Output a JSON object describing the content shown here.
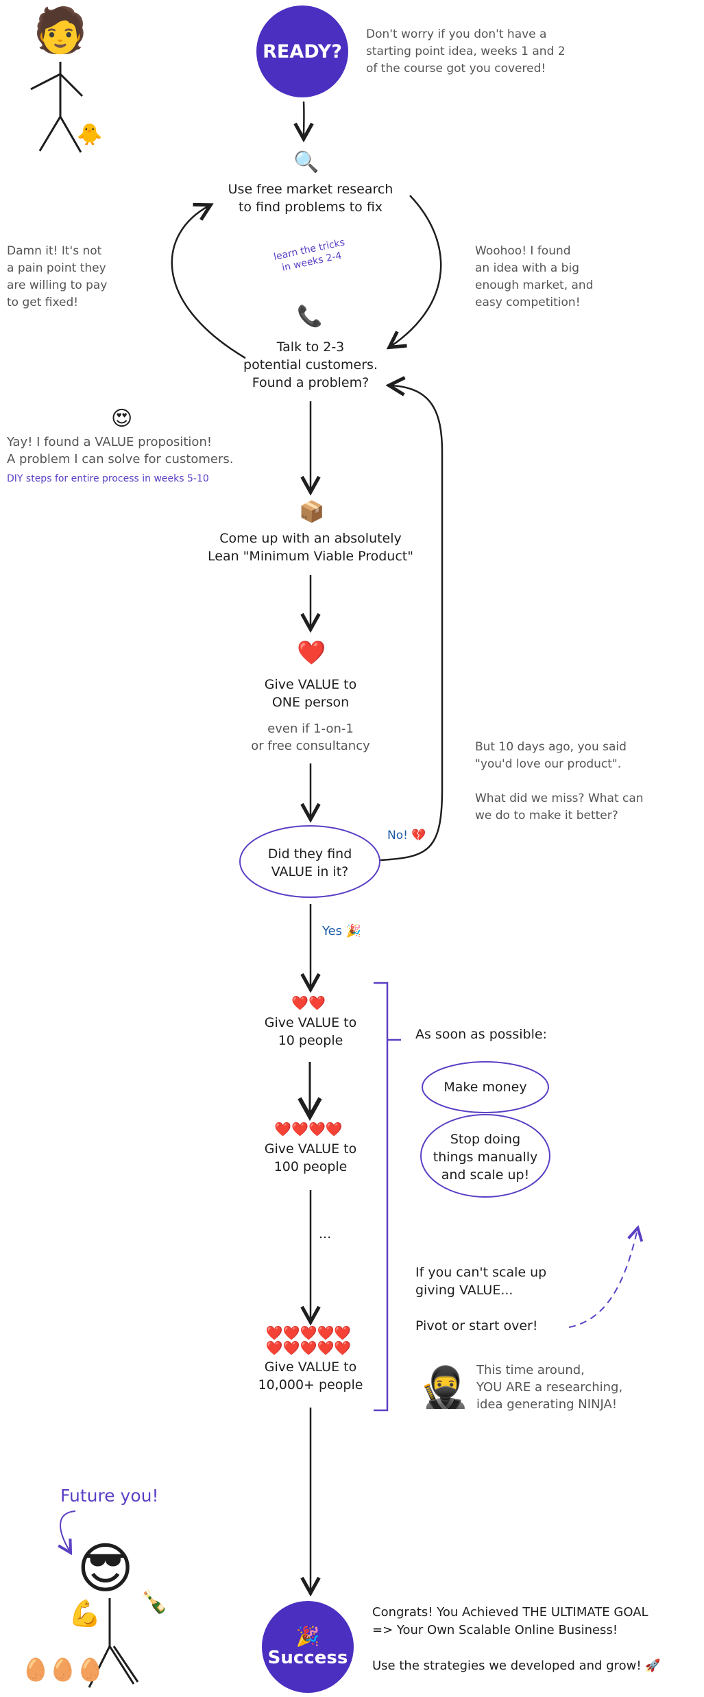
{
  "ready": {
    "label": "READY?"
  },
  "intro_note": [
    "Don't worry if you don't have a",
    "starting point idea, weeks 1 and 2",
    "of the course got you covered!"
  ],
  "research": {
    "icon": "🔍",
    "lines": [
      "Use free market research",
      "to find problems to fix"
    ]
  },
  "tricks_note": [
    "learn the tricks",
    "in weeks 2-4"
  ],
  "left_note": [
    "Damn it! It's not",
    "a pain point they",
    "are willing to pay",
    "to get fixed!"
  ],
  "right_note": [
    "Woohoo! I found",
    "an idea with a big",
    "enough market, and",
    "easy competition!"
  ],
  "talk": {
    "icon": "📞",
    "lines": [
      "Talk to 2-3",
      "potential customers.",
      "Found a problem?"
    ]
  },
  "value_prop": {
    "icon": "😍",
    "lines": [
      "Yay! I found a VALUE proposition!",
      "A problem I can solve for customers."
    ],
    "diy": "DIY steps for entire process in weeks 5-10"
  },
  "mvp": {
    "icon": "📦",
    "lines": [
      "Come up with an absolutely",
      "Lean \"Minimum Viable Product\""
    ]
  },
  "one_person": {
    "icon": "❤️",
    "lines": [
      "Give VALUE to",
      "ONE person"
    ],
    "sub": [
      "even if 1-on-1",
      "or free consultancy"
    ]
  },
  "pivot_note": [
    "But 10 days ago, you said",
    "\"you'd love our product\".",
    "",
    "What did we miss? What can",
    "we do to make it better?"
  ],
  "decision": {
    "lines": [
      "Did they find",
      "VALUE in it?"
    ],
    "no_label": "No! 💔",
    "yes_label": "Yes 🎉"
  },
  "ten": {
    "icon": "❤️❤️",
    "lines": [
      "Give VALUE to",
      "10 people"
    ]
  },
  "hundred": {
    "icon": "❤️❤️❤️❤️",
    "lines": [
      "Give VALUE to",
      "100 people"
    ]
  },
  "ellipsis": "...",
  "tenk": {
    "icon1": "❤️❤️❤️❤️❤️",
    "icon2": "❤️❤️❤️❤️❤️",
    "lines": [
      "Give VALUE to",
      "10,000+ people"
    ]
  },
  "asap": {
    "title": "As soon as possible:",
    "money": "Make money",
    "scale": [
      "Stop doing",
      "things manually",
      "and scale up!"
    ]
  },
  "scale_fail": {
    "lines": [
      "If you can't scale up",
      "giving VALUE..."
    ],
    "pivot": "Pivot or start over!"
  },
  "ninja": {
    "icon": "🥷",
    "lines": [
      "This time around,",
      "YOU ARE a researching,",
      "idea generating NINJA!"
    ]
  },
  "future": {
    "label": "Future you!",
    "icon_person": "😎",
    "icon_arm": "💪",
    "icon_bottle": "🍾",
    "eggs": "🥚🥚🥚"
  },
  "start_person": {
    "face": "🧑",
    "chick": "🐥"
  },
  "success": {
    "icon": "🎉",
    "label": "Success"
  },
  "congrats": [
    "Congrats! You Achieved THE ULTIMATE GOAL",
    "=> Your Own Scalable Online Business!",
    "",
    "Use the strategies we developed and grow! 🚀"
  ],
  "colors": {
    "accent": "#4b2fc0",
    "line": "#1e1e1e",
    "note": "#555555"
  }
}
